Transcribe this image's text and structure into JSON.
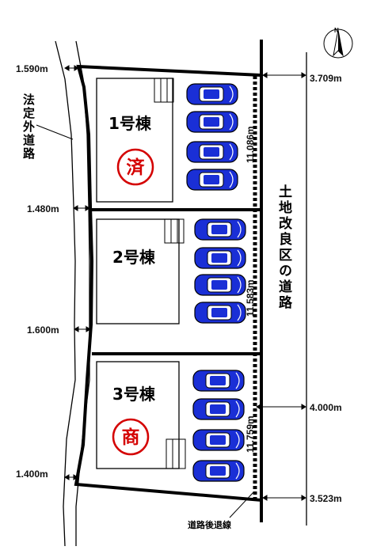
{
  "compass": {
    "north_label": "N"
  },
  "left_road": {
    "label": "法定外道路"
  },
  "right_road": {
    "label": "土地改良区の道路"
  },
  "setback": {
    "label": "道路後退線"
  },
  "dimensions": {
    "left_widths": [
      "1.590m",
      "1.480m",
      "1.600m",
      "1.400m"
    ],
    "right_widths": [
      "3.709m",
      "4.000m",
      "3.523m"
    ],
    "frontages": [
      "11.086m",
      "11.583m",
      "11.759m"
    ]
  },
  "lots": [
    {
      "name": "1号棟",
      "badge": "済",
      "badge_color": "#d40000",
      "cars": 4
    },
    {
      "name": "2号棟",
      "badge": "",
      "cars": 4
    },
    {
      "name": "3号棟",
      "badge": "商",
      "badge_color": "#d40000",
      "cars": 4
    }
  ],
  "colors": {
    "car_body": "#1a2fd6",
    "car_outline": "#000000",
    "line": "#000000"
  }
}
